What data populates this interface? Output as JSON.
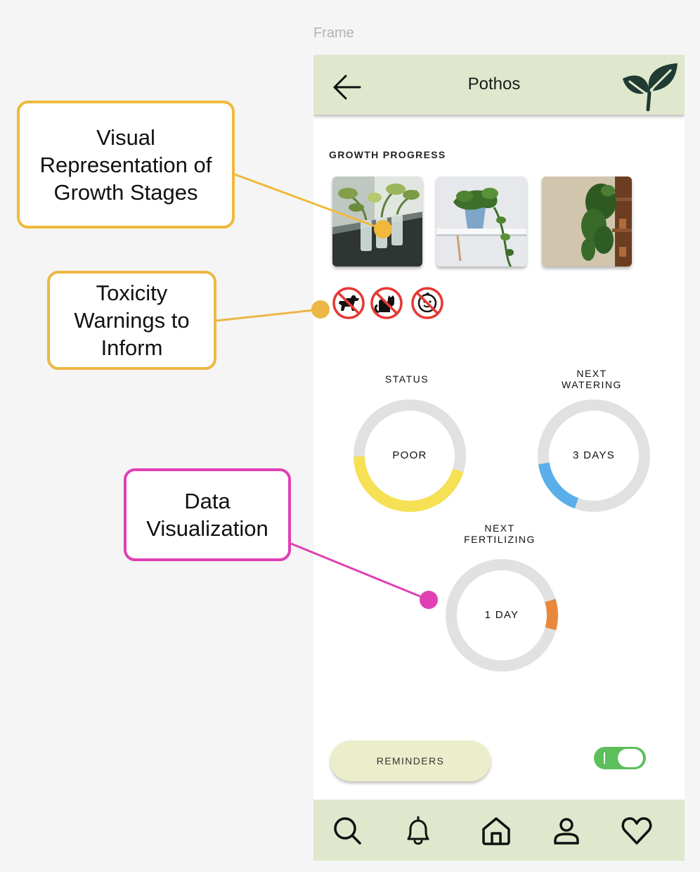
{
  "frame_label": "Frame",
  "header": {
    "title": "Pothos",
    "back_icon": "arrow-left-icon",
    "logo_icon": "leaf-icon"
  },
  "growth": {
    "label": "GROWTH PROGRESS",
    "photos": [
      "growth-stage-1",
      "growth-stage-2",
      "growth-stage-3"
    ]
  },
  "toxicity": {
    "icons": [
      "no-dogs-icon",
      "no-cats-icon",
      "no-children-icon"
    ],
    "color": "#e53935"
  },
  "gauges": {
    "status": {
      "label": "STATUS",
      "value": "POOR",
      "fraction": 0.45,
      "color": "#f6e053"
    },
    "watering": {
      "label_line1": "NEXT",
      "label_line2": "WATERING",
      "value": "3 DAYS",
      "fraction": 0.17,
      "color": "#5aaeea"
    },
    "fertilizing": {
      "label_line1": "NEXT",
      "label_line2": "FERTILIZING",
      "value": "1 DAY",
      "fraction": 0.09,
      "color": "#e9883c"
    }
  },
  "reminders": {
    "label": "REMINDERS",
    "toggle_on": true,
    "toggle_color": "#5cbf5c"
  },
  "nav": {
    "items": [
      "search-icon",
      "bell-icon",
      "home-icon",
      "user-icon",
      "heart-icon"
    ],
    "background": "#dfe8cc"
  },
  "annotations": {
    "visual": {
      "line1": "Visual",
      "line2": "Representation of",
      "line3": "Growth Stages",
      "color": "#f0b93c"
    },
    "toxicity": {
      "line1": "Toxicity",
      "line2": "Warnings to",
      "line3": "Inform",
      "color": "#ecb745"
    },
    "data": {
      "line1": "Data",
      "line2": "Visualization",
      "color": "#e040b4"
    }
  }
}
